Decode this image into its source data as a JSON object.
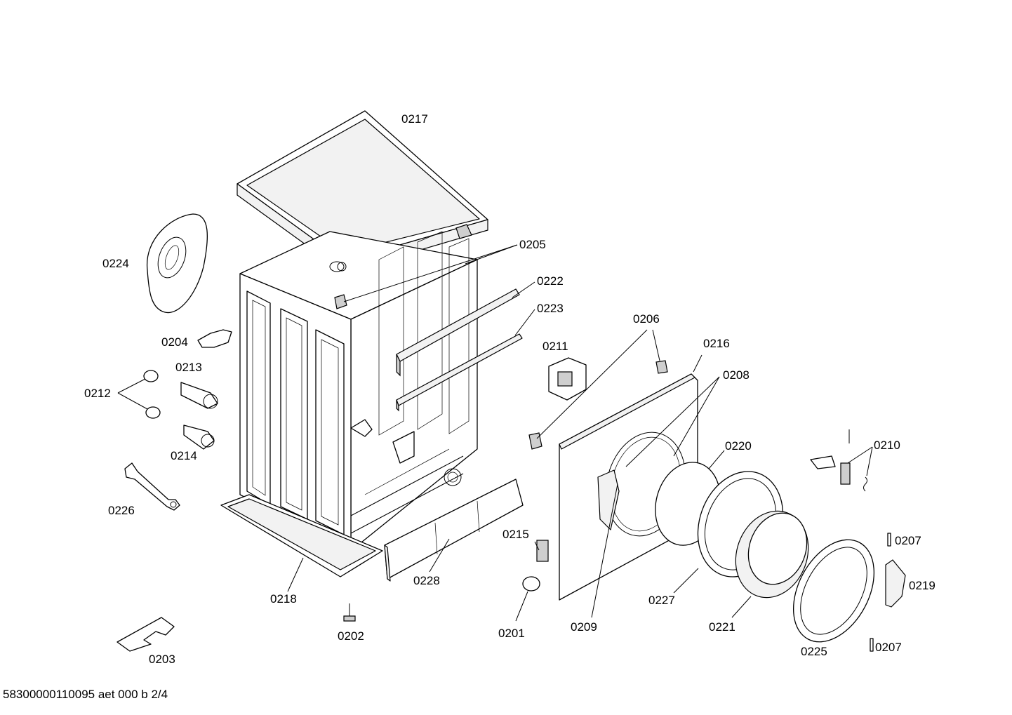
{
  "labels": {
    "l0217": "0217",
    "l0205": "0205",
    "l0224": "0224",
    "l0222": "0222",
    "l0223": "0223",
    "l0206": "0206",
    "l0211": "0211",
    "l0216": "0216",
    "l0204": "0204",
    "l0213": "0213",
    "l0208": "0208",
    "l0212": "0212",
    "l0220": "0220",
    "l0210": "0210",
    "l0214": "0214",
    "l0226": "0226",
    "l0215": "0215",
    "l0207a": "0207",
    "l0228": "0228",
    "l0219": "0219",
    "l0218": "0218",
    "l0227": "0227",
    "l0202": "0202",
    "l0209": "0209",
    "l0201": "0201",
    "l0221": "0221",
    "l0225": "0225",
    "l0207b": "0207",
    "l0203": "0203"
  },
  "footer": "58300000110095 aet 000 b 2/4"
}
